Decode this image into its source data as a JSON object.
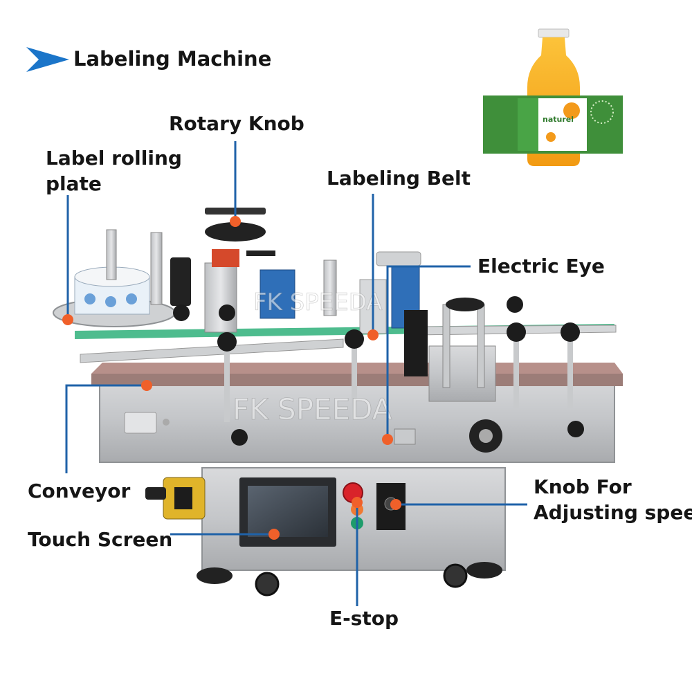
{
  "title": "Labeling Machine",
  "watermark": "FK SPEEDA",
  "bottle_label": "naturel",
  "callouts": {
    "rotary_knob": "Rotary Knob",
    "label_plate_line1": "Label rolling",
    "label_plate_line2": "plate",
    "labeling_belt": "Labeling Belt",
    "electric_eye": "Electric Eye",
    "conveyor": "Conveyor",
    "touch_screen": "Touch Screen",
    "speed_knob_line1": "Knob For",
    "speed_knob_line2": "Adjusting speed",
    "estop": "E-stop"
  },
  "colors": {
    "leader_line": "#1f62a8",
    "marker_dot": "#f0602a",
    "title_arrow": "#1b75c9",
    "juice": "#f6a21c",
    "label_green": "#3f8f3a",
    "belt_green": "#2fb07a"
  },
  "icons": [
    "title-arrow-icon",
    "marker-dot-icon"
  ]
}
